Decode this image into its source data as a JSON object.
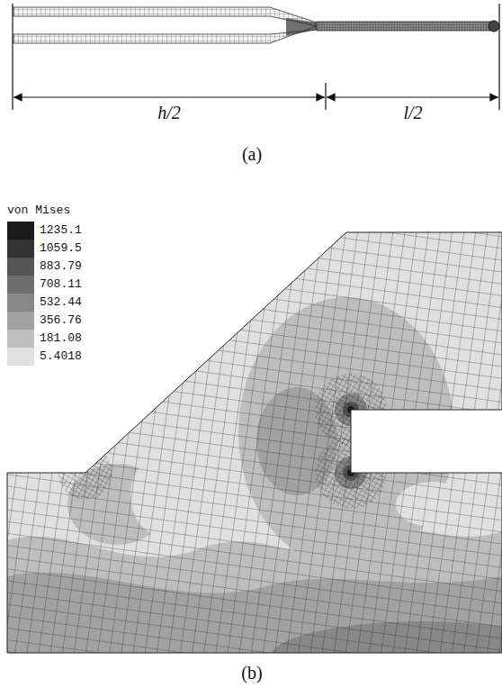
{
  "diagram": {
    "labels": [
      "h/2",
      "l/2",
      "(a)",
      "von Mises",
      "(b)"
    ],
    "legend": [
      {
        "text": "1235.1",
        "color": "#1a1a1a"
      },
      {
        "text": "1059.5",
        "color": "#333333"
      },
      {
        "text": "883.79",
        "color": "#555555"
      },
      {
        "text": "708.11",
        "color": "#6e6e6e"
      },
      {
        "text": "532.44",
        "color": "#888888"
      },
      {
        "text": "356.76",
        "color": "#a2a2a2"
      },
      {
        "text": "181.08",
        "color": "#bebebe"
      },
      {
        "text": "5.4018",
        "color": "#e0e0e0"
      }
    ]
  }
}
